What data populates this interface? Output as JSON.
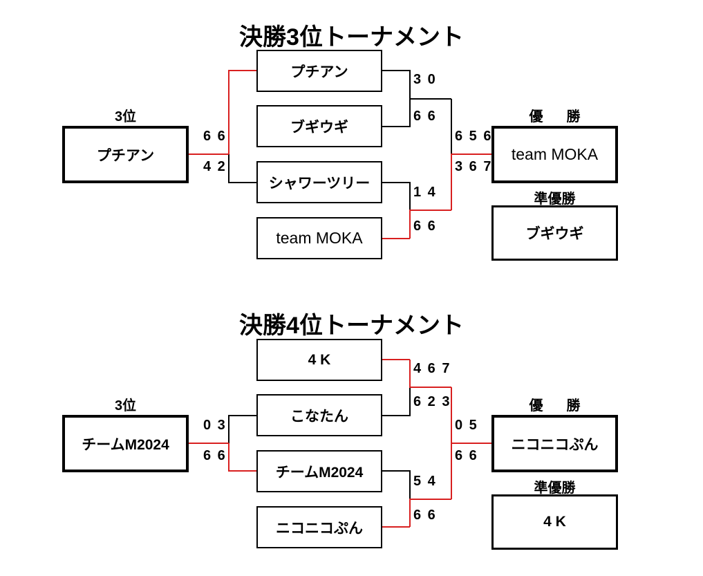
{
  "page": {
    "background": "#ffffff",
    "line_color": "#000000",
    "winner_line_color": "#d81f1f"
  },
  "brackets": [
    {
      "id": "third-place-final",
      "title": "決勝3位トーナメント",
      "seed": {
        "caption": "3位",
        "team": "プチアン",
        "score_top": "6 6",
        "score_bottom": "4 2"
      },
      "teams": [
        {
          "name": "プチアン",
          "script": "kana"
        },
        {
          "name": "ブギウギ",
          "script": "kana"
        },
        {
          "name": "シャワーツリー",
          "script": "kana"
        },
        {
          "name": "team MOKA",
          "script": "latin"
        }
      ],
      "semifinals": [
        {
          "score_top": "3 0",
          "score_bottom": "6 6"
        },
        {
          "score_top": "1 4",
          "score_bottom": "6 6"
        }
      ],
      "final": {
        "score_top": "6 5 6",
        "score_bottom": "3 6 7"
      },
      "results": [
        {
          "caption": "優　勝",
          "team": "team MOKA",
          "script": "latin"
        },
        {
          "caption": "準優勝",
          "team": "ブギウギ",
          "script": "kana"
        }
      ]
    },
    {
      "id": "fourth-place-final",
      "title": "決勝4位トーナメント",
      "seed": {
        "caption": "3位",
        "team": "チームM2024",
        "score_top": "0 3",
        "score_bottom": "6 6"
      },
      "teams": [
        {
          "name": "4 K",
          "script": "kana"
        },
        {
          "name": "こなたん",
          "script": "kana"
        },
        {
          "name": "チームM2024",
          "script": "kana"
        },
        {
          "name": "ニコニコぷん",
          "script": "kana"
        }
      ],
      "semifinals": [
        {
          "score_top": "4 6 7",
          "score_bottom": "6 2 3"
        },
        {
          "score_top": "5 4",
          "score_bottom": "6 6"
        }
      ],
      "final": {
        "score_top": "0 5",
        "score_bottom": "6 6"
      },
      "results": [
        {
          "caption": "優　勝",
          "team": "ニコニコぷん",
          "script": "kana"
        },
        {
          "caption": "準優勝",
          "team": "4 K",
          "script": "kana"
        }
      ]
    }
  ]
}
